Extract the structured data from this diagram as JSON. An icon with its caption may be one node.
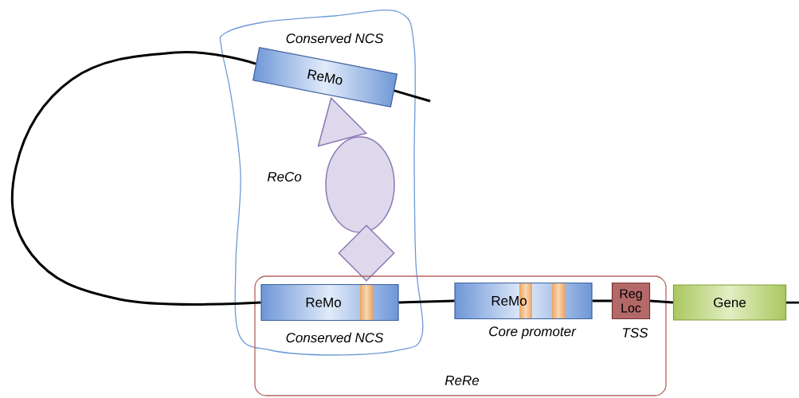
{
  "diagram": {
    "nodes": [
      {
        "text": [
          "ReCo"
        ]
      },
      {
        "text": [
          "ReMo"
        ],
        "beside": [
          "Conserved NCS"
        ],
        "in": 0
      },
      {
        "text": [],
        "shape": "triangle",
        "in": 0
      },
      {
        "text": [],
        "shape": "ellipse",
        "in": 0
      },
      {
        "text": [],
        "shape": "diamond",
        "in": 0
      },
      {
        "text": [
          "ReRe"
        ]
      },
      {
        "text": [
          "ReMo"
        ],
        "beside": [
          "Conserved NCS"
        ]
      },
      {
        "text": [
          "ReMo"
        ],
        "beside": [
          "Core promoter"
        ],
        "in": 5
      },
      {
        "text": [
          "Reg Loc"
        ],
        "beside": [
          "TSS"
        ],
        "in": 5
      },
      {
        "text": [
          "Gene"
        ]
      }
    ],
    "edges": [
      {
        "from": null,
        "to": 1,
        "arrow": "none"
      },
      {
        "from": 1,
        "to": 6,
        "arrow": "none"
      },
      {
        "from": 6,
        "to": 7,
        "arrow": "none"
      },
      {
        "from": 7,
        "to": 8,
        "arrow": "none"
      },
      {
        "from": 8,
        "to": 9,
        "arrow": "none"
      },
      {
        "from": 9,
        "to": null,
        "arrow": "none"
      }
    ]
  }
}
